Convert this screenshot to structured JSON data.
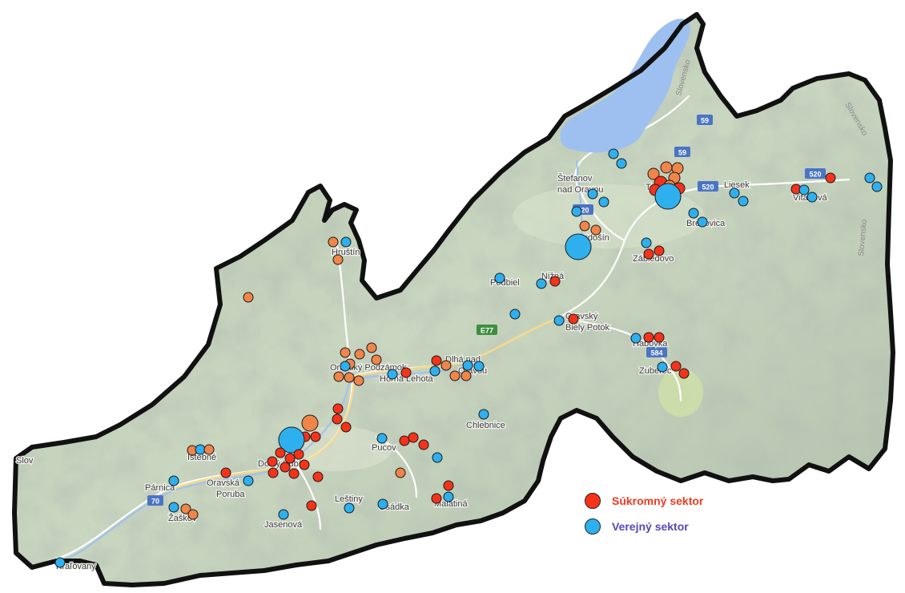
{
  "colors": {
    "private": "#f5331a",
    "private_light": "#f0854a",
    "public": "#2eb0ee",
    "private_text": "#f03a20",
    "public_text": "#5a45b4",
    "water": "#9ec0f0",
    "land": "#c9d6c1",
    "boundary": "#111111"
  },
  "legend": {
    "private_label": "Súkromný sektor",
    "public_label": "Verejný sektor"
  },
  "places": [
    {
      "id": "dolny-kubin",
      "text": "Dolný Kubín"
    },
    {
      "id": "trstena",
      "text": "Trstená"
    },
    {
      "id": "tvrdosin",
      "text": "Tvrdošín"
    },
    {
      "id": "namestovo-area",
      "text": "Štefanov"
    },
    {
      "id": "nad-oravou",
      "text": "nad Oravou"
    },
    {
      "id": "liesek",
      "text": "Liesek"
    },
    {
      "id": "vitanova",
      "text": "Vitanová"
    },
    {
      "id": "brezovica",
      "text": "Brezovica"
    },
    {
      "id": "zabiedovo",
      "text": "Zábiedovo"
    },
    {
      "id": "nizna",
      "text": "Nižná"
    },
    {
      "id": "podbiel",
      "text": "Podbiel"
    },
    {
      "id": "oravsky",
      "text": "Oravský"
    },
    {
      "id": "biely-potok",
      "text": "Biely Potok"
    },
    {
      "id": "habovka",
      "text": "Habovka"
    },
    {
      "id": "zuberec",
      "text": "Zuberec"
    },
    {
      "id": "hrustin",
      "text": "Hruštín"
    },
    {
      "id": "oravsky-podzamok",
      "text": "Oravský Podzámok"
    },
    {
      "id": "horna-lehota",
      "text": "Horná Lehota"
    },
    {
      "id": "dlha-nad",
      "text": "Dlhá nad"
    },
    {
      "id": "oravou2",
      "text": "Oravou"
    },
    {
      "id": "chlebnice",
      "text": "Chlebnice"
    },
    {
      "id": "pucov",
      "text": "Pucov"
    },
    {
      "id": "istebne",
      "text": "Istebné"
    },
    {
      "id": "parnica",
      "text": "Párnica"
    },
    {
      "id": "oravska-poruba",
      "text": "Oravská"
    },
    {
      "id": "poruba",
      "text": "Poruba"
    },
    {
      "id": "zaskov",
      "text": "Žaškov"
    },
    {
      "id": "jasenova",
      "text": "Jasenová"
    },
    {
      "id": "lestiny",
      "text": "Leštiny"
    },
    {
      "id": "osadka",
      "text": "Osádka"
    },
    {
      "id": "malatina",
      "text": "Malatiná"
    },
    {
      "id": "kralovany",
      "text": "Kraľovany"
    },
    {
      "id": "slovensko1",
      "text": "Slovensko"
    },
    {
      "id": "slovensko2",
      "text": "Slovensko"
    },
    {
      "id": "slovensko3",
      "text": "Slovensko"
    },
    {
      "id": "slov-left",
      "text": "Slov"
    }
  ],
  "roads": [
    {
      "id": "59a",
      "text": "59"
    },
    {
      "id": "59b",
      "text": "59"
    },
    {
      "id": "520a",
      "text": "520"
    },
    {
      "id": "520b",
      "text": "520"
    },
    {
      "id": "520c",
      "text": "520"
    },
    {
      "id": "e77",
      "text": "E77"
    },
    {
      "id": "584",
      "text": "584"
    },
    {
      "id": "70",
      "text": "70"
    }
  ]
}
